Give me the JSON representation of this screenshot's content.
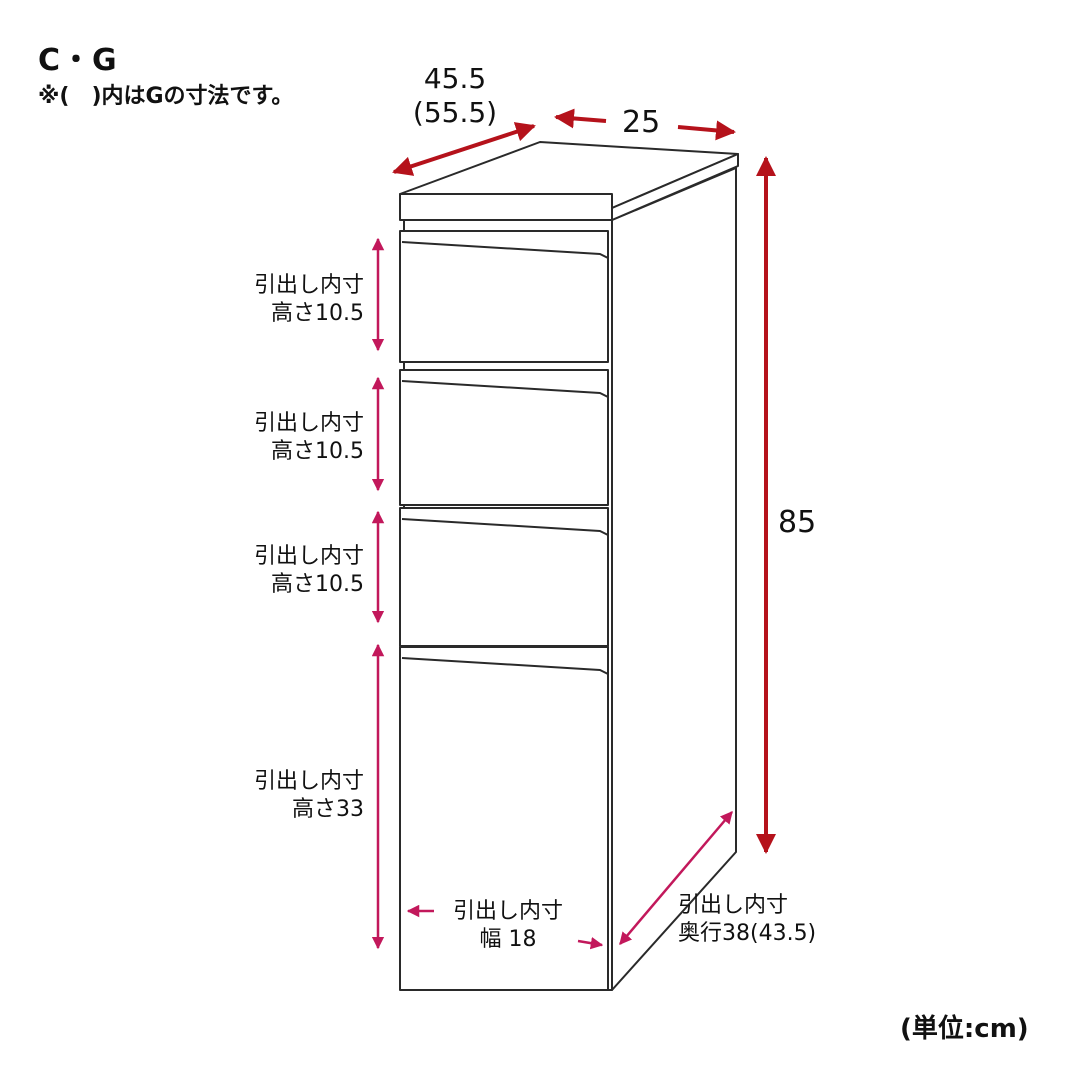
{
  "title": "C・G",
  "note": "※(　)内はGの寸法です。",
  "dimensions": {
    "depth_line1": "45.5",
    "depth_line2": "(55.5)",
    "width": "25",
    "height": "85"
  },
  "drawers": [
    {
      "line1": "引出し内寸",
      "line2": "高さ10.5"
    },
    {
      "line1": "引出し内寸",
      "line2": "高さ10.5"
    },
    {
      "line1": "引出し内寸",
      "line2": "高さ10.5"
    },
    {
      "line1": "引出し内寸",
      "line2": "高さ33"
    }
  ],
  "inner_width": {
    "line1": "引出し内寸",
    "line2": "幅 18"
  },
  "inner_depth": {
    "line1": "引出し内寸",
    "line2": "奥行38(43.5)"
  },
  "unit": "(単位:cm)",
  "colors": {
    "outer_dimension_arrow": "#b5121b",
    "inner_dimension_arrow": "#c2185b",
    "outline": "#2a2a2a"
  }
}
